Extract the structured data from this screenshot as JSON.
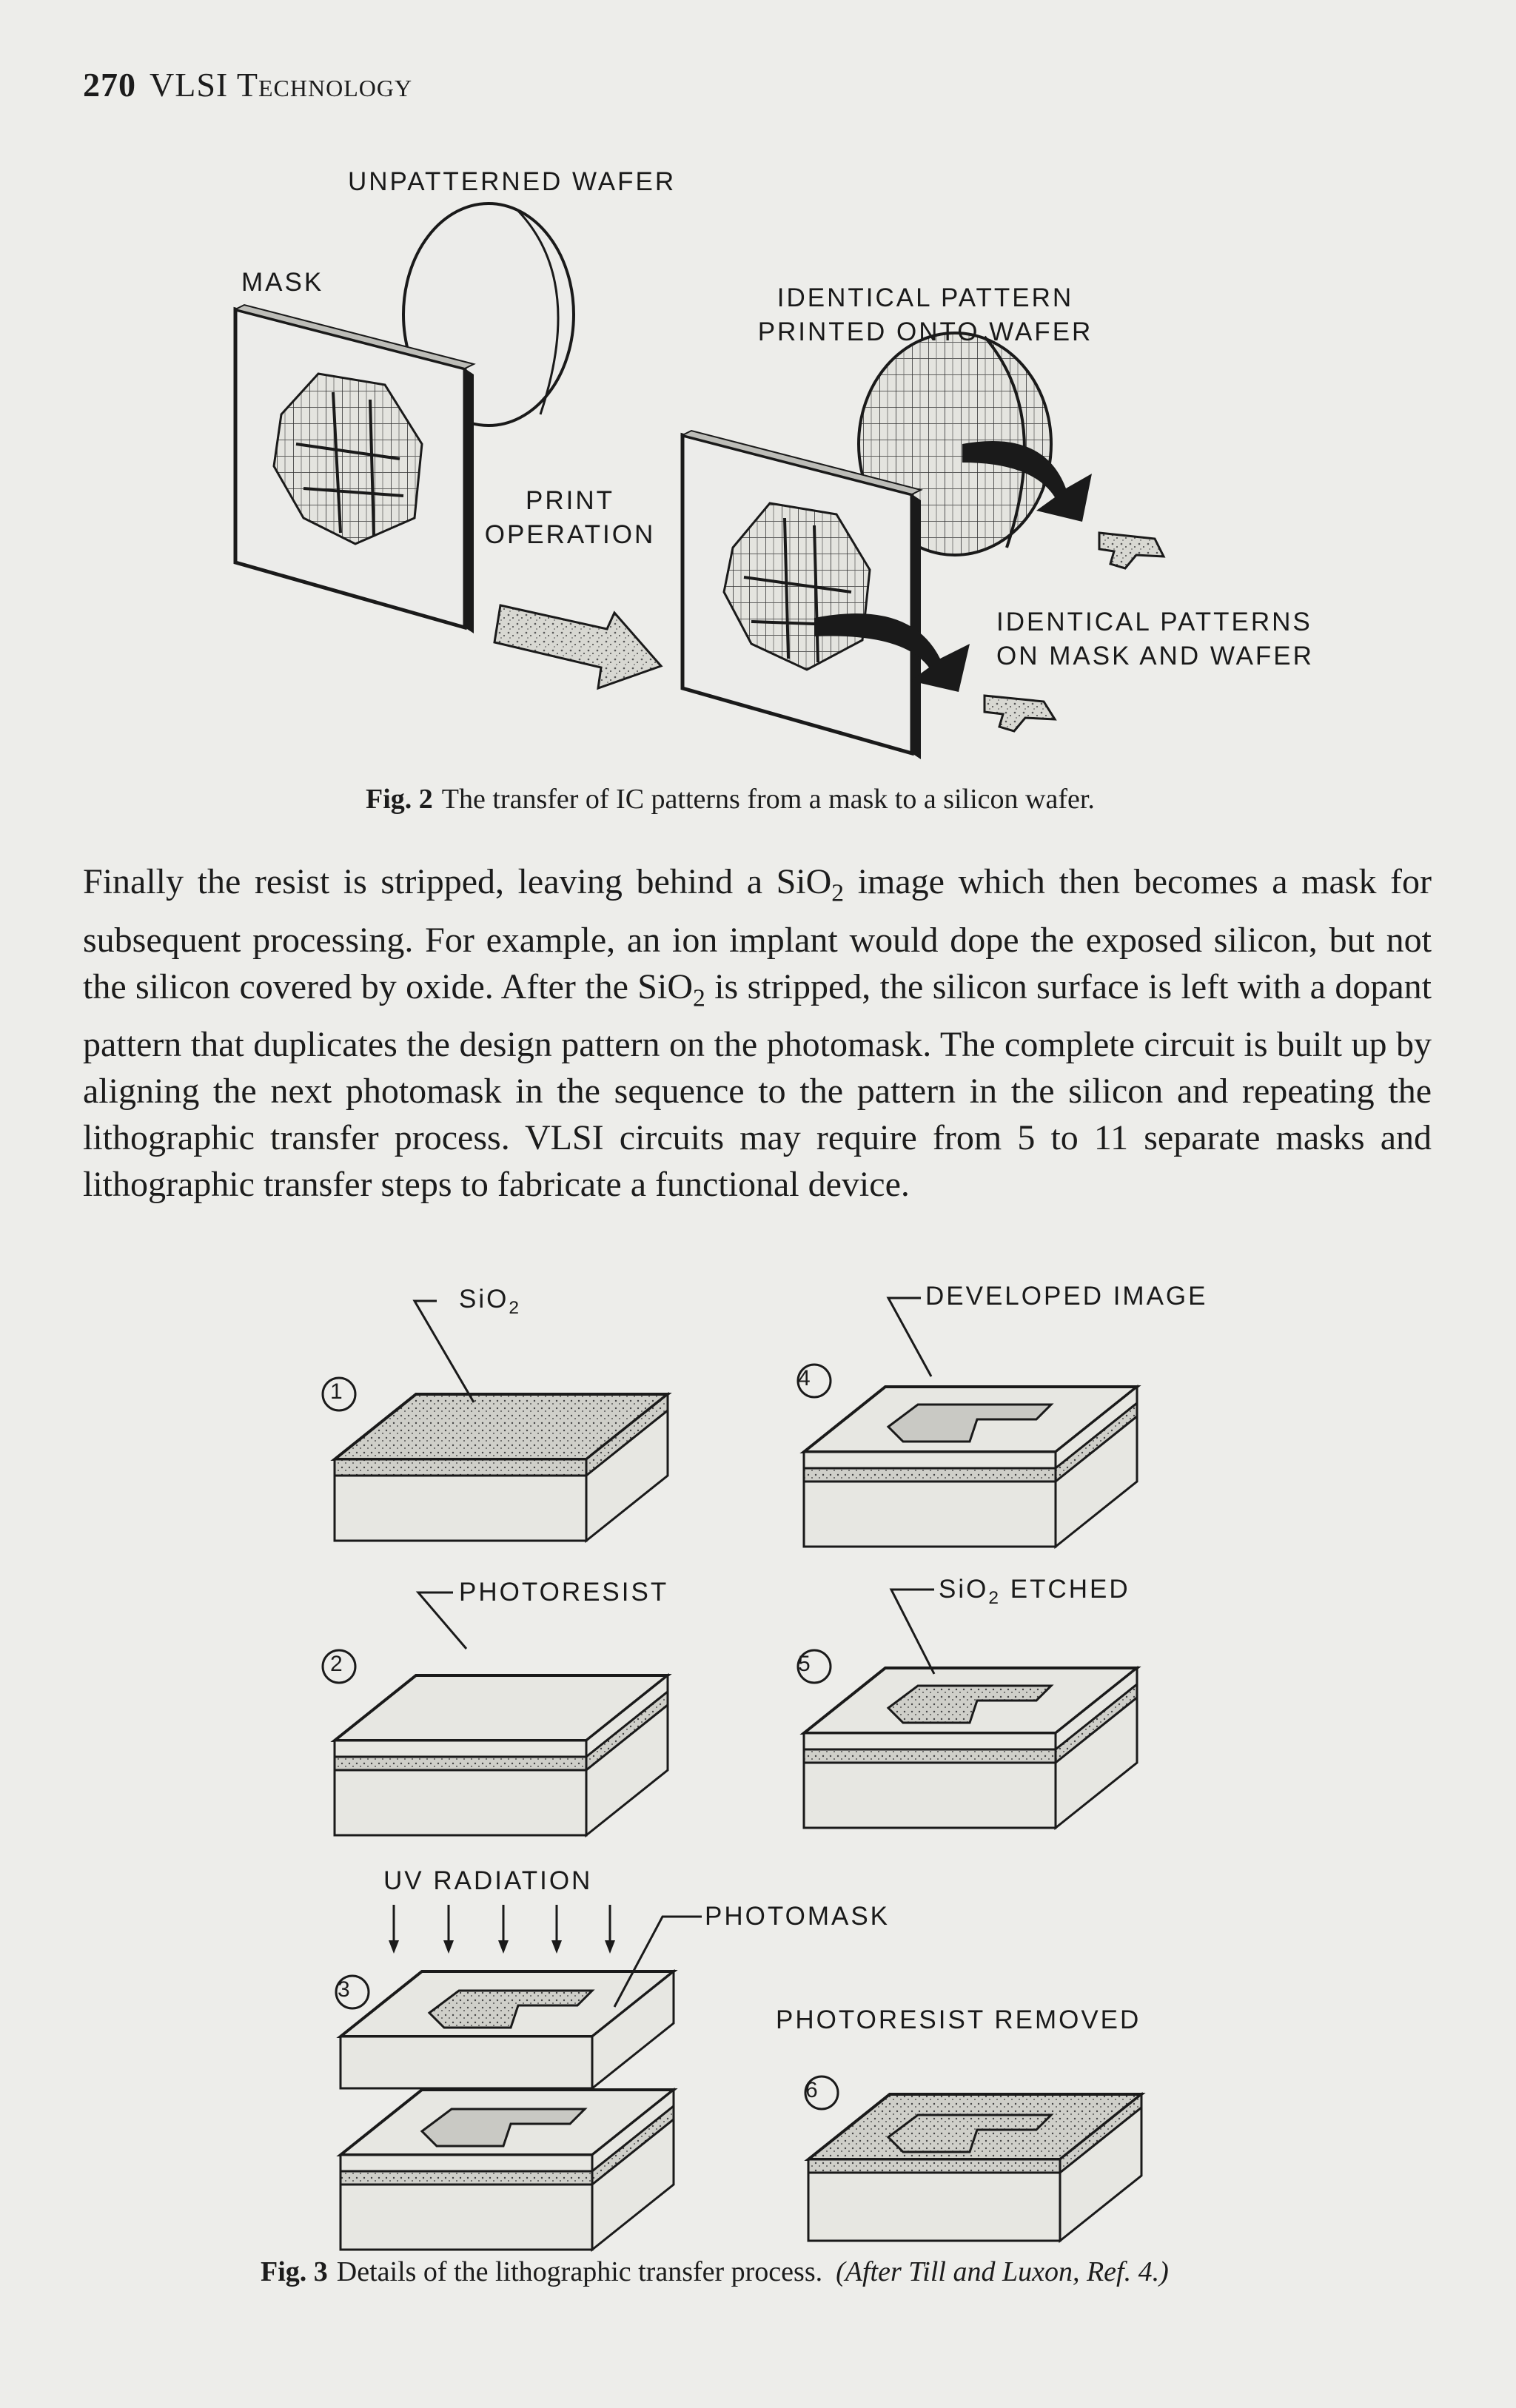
{
  "running_head": {
    "page_number": "270",
    "title": "VLSI Technology"
  },
  "fig2": {
    "labels": {
      "unpatterned_wafer": "UNPATTERNED WAFER",
      "mask": "MASK",
      "identical_pattern": "IDENTICAL PATTERN\nPRINTED ONTO WAFER",
      "print_operation": "PRINT\nOPERATION",
      "identical_patterns": "IDENTICAL PATTERNS\nON MASK AND WAFER"
    },
    "caption": {
      "label": "Fig. 2",
      "text": "The transfer of IC patterns from a mask to a silicon wafer."
    }
  },
  "body_text": {
    "t1": "Finally the resist is stripped, leaving behind a SiO",
    "sub1": "2",
    "t2": " image which then becomes a mask for subsequent processing. For example, an ion implant would dope the exposed sili­con, but not the silicon covered by oxide. After the SiO",
    "sub2": "2",
    "t3": " is stripped, the silicon sur­face is left with a dopant pattern that duplicates the design pattern on the photomask. The complete circuit is built up by aligning the next photomask in the sequence to the pattern in the silicon and repeating the lithographic transfer process. VLSI circuits may require from 5 to 11 separate masks and lithographic transfer steps to fabricate a functional device."
  },
  "fig3": {
    "step_numbers": [
      "1",
      "2",
      "3",
      "4",
      "5",
      "6"
    ],
    "labels": {
      "sio2": "SiO",
      "sio2_sub": "2",
      "photoresist": "PHOTORESIST",
      "uv_radiation": "UV RADIATION",
      "photomask": "PHOTOMASK",
      "developed_image": "DEVELOPED IMAGE",
      "sio2_etched_a": "SiO",
      "sio2_etched_sub": "2",
      "sio2_etched_b": " ETCHED",
      "photoresist_removed": "PHOTORESIST REMOVED"
    },
    "caption": {
      "label": "Fig. 3",
      "text": "Details of the lithographic transfer process.",
      "credit": "(After Till and Luxon, Ref. 4.)"
    }
  }
}
